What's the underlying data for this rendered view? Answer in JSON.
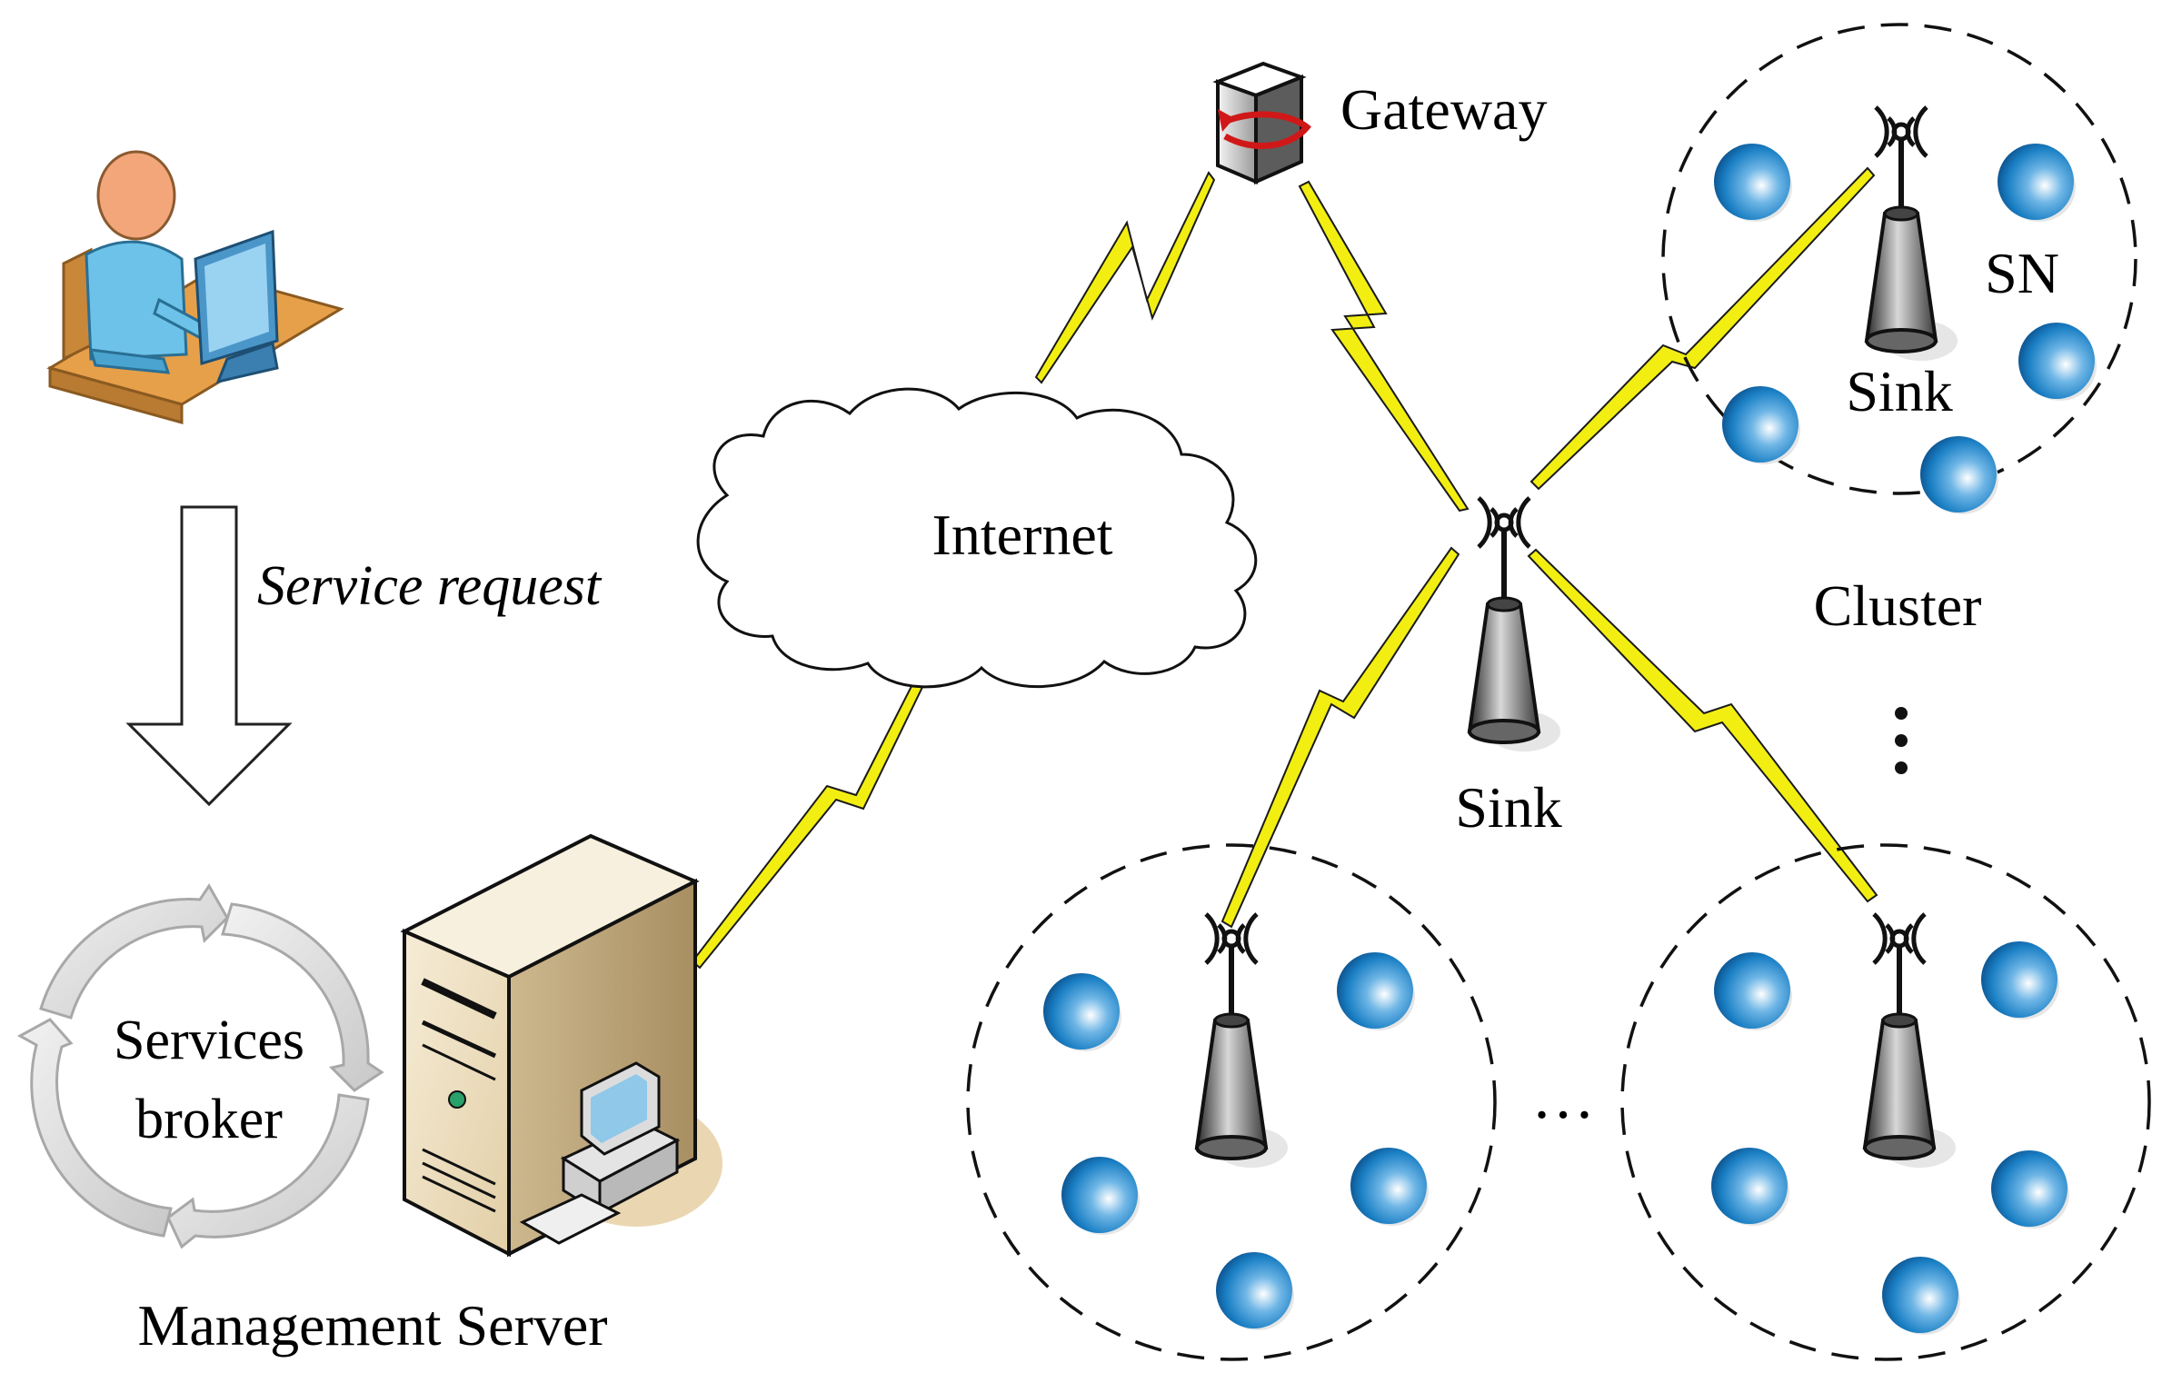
{
  "labels": {
    "gateway": "Gateway",
    "internet": "Internet",
    "service_request": "Service request",
    "services_broker_line1": "Services",
    "services_broker_line2": "broker",
    "management_server": "Management Server",
    "sink_center": "Sink",
    "sink_cluster": "Sink",
    "sn": "SN",
    "cluster": "Cluster",
    "ellipsis_h": "…"
  },
  "icons": {
    "user": "user-at-computer-icon",
    "gateway": "gateway-server-icon",
    "server": "server-tower-icon",
    "workstation": "workstation-icon",
    "sink": "sink-antenna-icon",
    "sensor_node": "sensor-node-icon"
  },
  "colors": {
    "lightning": "#f2ee12",
    "sensor_node": "#1a7fc4",
    "cluster_border": "#000000"
  }
}
